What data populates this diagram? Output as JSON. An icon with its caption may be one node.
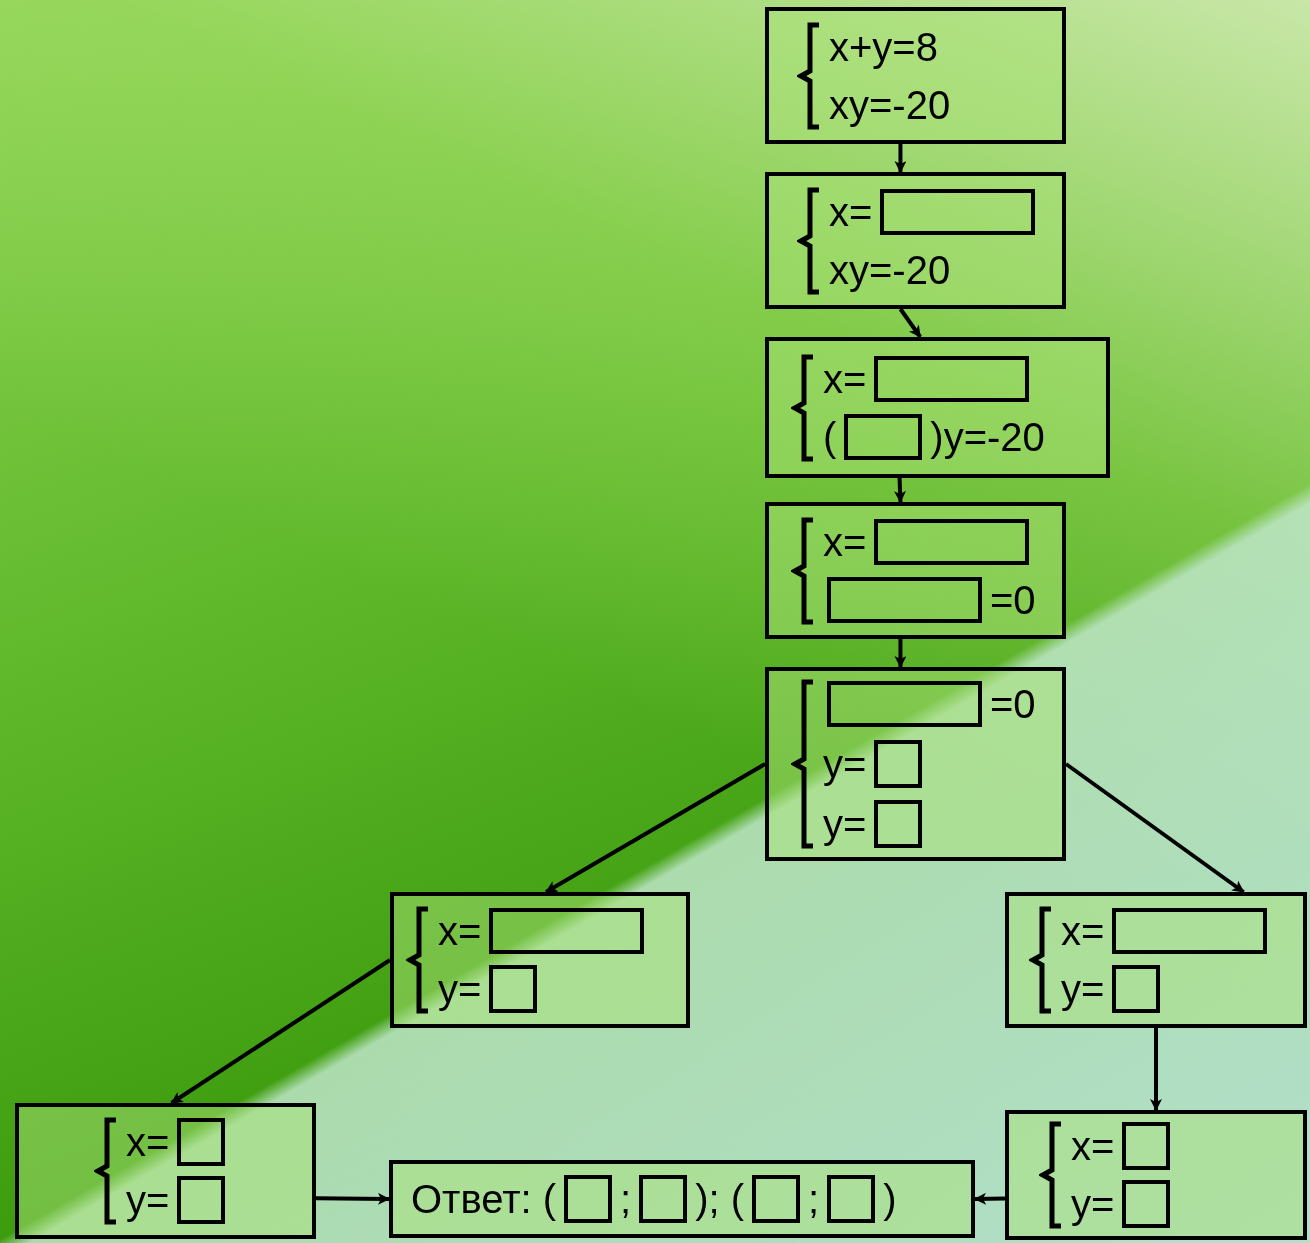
{
  "diagram": {
    "nodes": [
      {
        "text": [
          "x+y=8",
          "xy=-20"
        ]
      },
      {
        "text": [
          "x=",
          "xy=-20"
        ]
      },
      {
        "text": [
          "x=",
          "(",
          ")y=-20"
        ]
      },
      {
        "text": [
          "x=",
          "=0"
        ]
      },
      {
        "text": [
          "=0",
          "y=",
          "y="
        ]
      },
      {
        "text": [
          "x=",
          "y="
        ]
      },
      {
        "text": [
          "x=",
          "y="
        ]
      },
      {
        "text": [
          "x=",
          "y="
        ]
      },
      {
        "text": [
          "Ответ: (",
          ";",
          "); (",
          ";",
          ")"
        ]
      },
      {
        "text": [
          "x=",
          "y="
        ]
      }
    ],
    "edges": [
      {
        "from": 0,
        "to": 1,
        "arrow": "to"
      },
      {
        "from": 1,
        "to": 2,
        "arrow": "to"
      },
      {
        "from": 2,
        "to": 3,
        "arrow": "to"
      },
      {
        "from": 3,
        "to": 4,
        "arrow": "to"
      },
      {
        "from": 4,
        "to": 5,
        "arrow": "to"
      },
      {
        "from": 4,
        "to": 6,
        "arrow": "to"
      },
      {
        "from": 5,
        "to": 7,
        "arrow": "to"
      },
      {
        "from": 6,
        "to": 9,
        "arrow": "to"
      },
      {
        "from": 7,
        "to": 8,
        "arrow": "to"
      },
      {
        "from": 9,
        "to": 8,
        "arrow": "to"
      }
    ]
  }
}
